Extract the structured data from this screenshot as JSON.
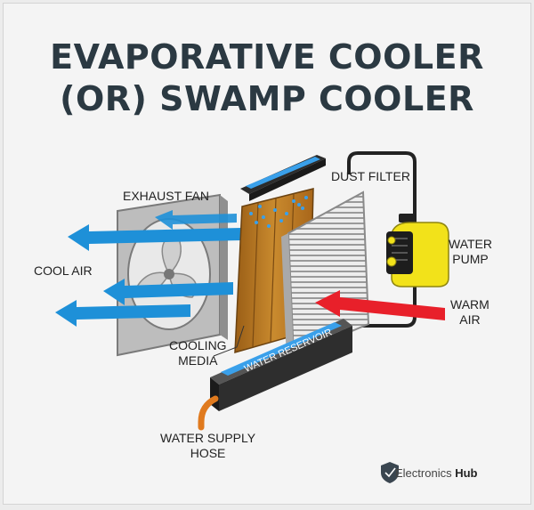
{
  "title": {
    "line1": "EVAPORATIVE COOLER",
    "line2": "(OR) SWAMP COOLER"
  },
  "labels": {
    "exhaust_fan": "EXHAUST FAN",
    "dust_filter": "DUST FILTER",
    "water_pump_1": "WATER",
    "water_pump_2": "PUMP",
    "cool_air": "COOL AIR",
    "warm_air_1": "WARM",
    "warm_air_2": "AIR",
    "cooling_media_1": "COOLING",
    "cooling_media_2": "MEDIA",
    "water_reservoir": "WATER RESERVOIR",
    "water_supply_hose_1": "WATER SUPPLY",
    "water_supply_hose_2": "HOSE"
  },
  "brand": {
    "name_part1": "Electronics",
    "name_part2": "Hub",
    "logo_icon": "shield-logo-icon"
  },
  "colors": {
    "title": "#2b3942",
    "cool_arrow": "#1e90d8",
    "warm_arrow": "#e8202a",
    "pump": "#f2e21a",
    "media": "#b8731e",
    "hose": "#e07a1e",
    "reservoir": "#2e2e2e",
    "water": "#3aa0ea"
  }
}
